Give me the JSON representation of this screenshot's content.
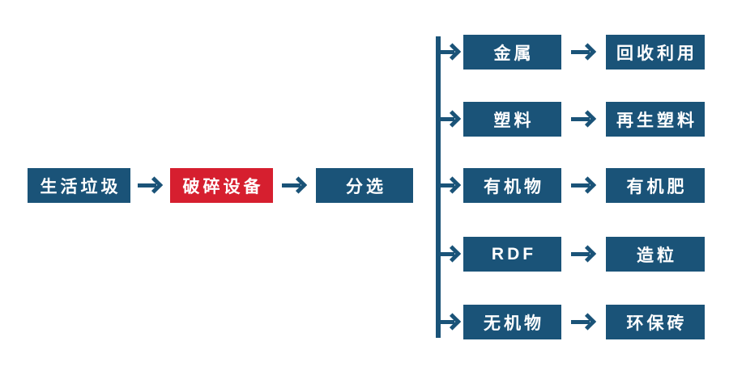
{
  "diagram": {
    "colors": {
      "node_blue": "#1a5378",
      "node_red": "#d61f2f",
      "arrow_blue": "#1a5378",
      "background": "#ffffff",
      "text": "#ffffff"
    },
    "main_flow": [
      {
        "id": "household-waste",
        "label": "生活垃圾",
        "variant": "blue"
      },
      {
        "id": "crushing-equipment",
        "label": "破碎设备",
        "variant": "red"
      },
      {
        "id": "sorting",
        "label": "分选",
        "variant": "blue"
      }
    ],
    "branches": [
      {
        "material": "金属",
        "output": "回收利用"
      },
      {
        "material": "塑料",
        "output": "再生塑料"
      },
      {
        "material": "有机物",
        "output": "有机肥"
      },
      {
        "material": "RDF",
        "output": "造粒"
      },
      {
        "material": "无机物",
        "output": "环保砖"
      }
    ]
  }
}
